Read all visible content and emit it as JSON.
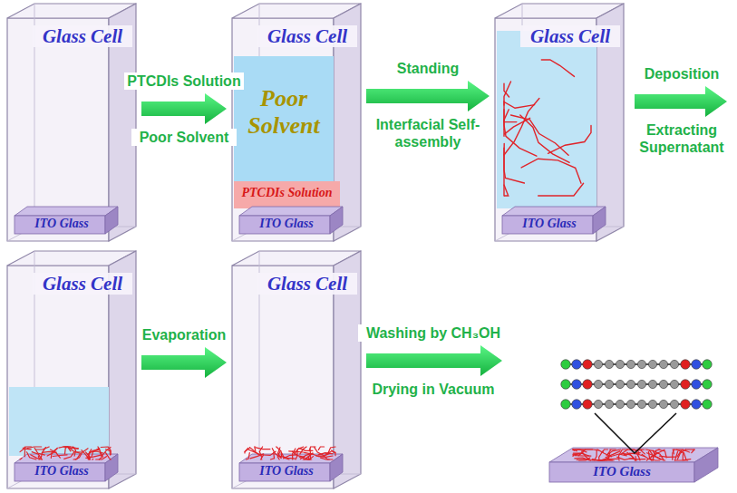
{
  "diagram": {
    "nodes": [
      {
        "text": [
          "Glass Cell"
        ]
      },
      {
        "text": [
          "ITO Glass"
        ],
        "in": 0
      },
      {
        "text": [
          "Glass Cell"
        ]
      },
      {
        "text": [
          "Poor Solvent"
        ],
        "in": 2
      },
      {
        "text": [
          "PTCDIs Solution"
        ],
        "in": 2
      },
      {
        "text": [
          "ITO Glass"
        ],
        "in": 2
      },
      {
        "text": [
          "Glass Cell"
        ]
      },
      {
        "text": [
          "ITO Glass"
        ],
        "in": 6
      },
      {
        "text": [
          "Glass Cell"
        ]
      },
      {
        "text": [
          "ITO Glass"
        ],
        "in": 8
      },
      {
        "text": [
          "Glass Cell"
        ]
      },
      {
        "text": [
          "ITO Glass"
        ],
        "in": 10
      },
      {
        "text": [
          "ITO Glass"
        ]
      }
    ],
    "edges": [
      {
        "from": 0,
        "to": 2,
        "arrow": "to",
        "label": "PTCDIs Solution"
      },
      {
        "from": 2,
        "to": 6,
        "arrow": "to",
        "label": "Standing"
      },
      {
        "from": 8,
        "to": 10,
        "arrow": "to",
        "label": "Evaporation"
      },
      {
        "from": 10,
        "to": 12,
        "arrow": "to",
        "label": "Washing by CH₃OH"
      }
    ],
    "labels": [
      "Poor Solvent",
      "Interfacial Self-assembly",
      "Deposition",
      "Extracting Supernatant",
      "Drying in Vacuum"
    ]
  }
}
